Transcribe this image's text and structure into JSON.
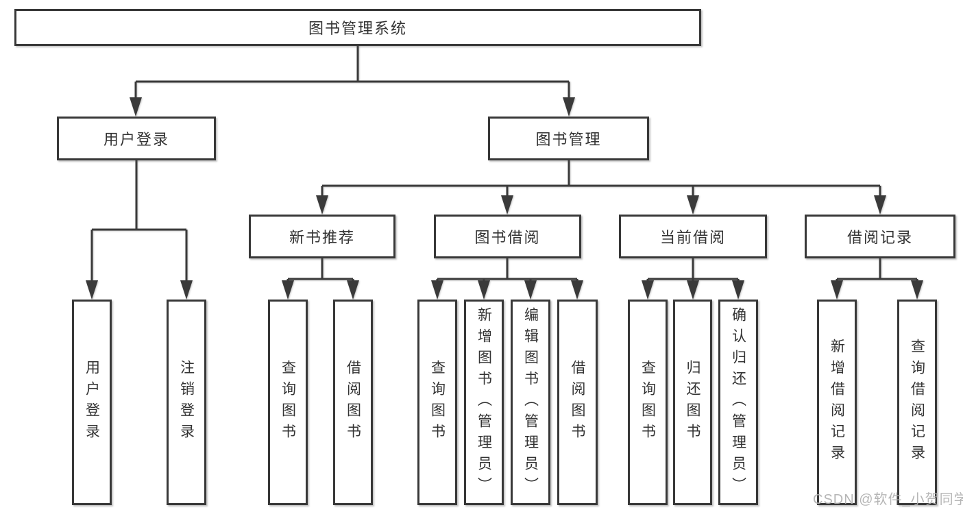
{
  "diagram_type": "tree",
  "tree": {
    "label": "图书管理系统",
    "children": [
      {
        "label": "用户登录",
        "children": [
          {
            "label": "用户登录"
          },
          {
            "label": "注销登录"
          }
        ]
      },
      {
        "label": "图书管理",
        "children": [
          {
            "label": "新书推荐",
            "children": [
              {
                "label": "查询图书"
              },
              {
                "label": "借阅图书"
              }
            ]
          },
          {
            "label": "图书借阅",
            "children": [
              {
                "label": "查询图书"
              },
              {
                "label": "新增图书（管理员）"
              },
              {
                "label": "编辑图书（管理员）"
              },
              {
                "label": "借阅图书"
              }
            ]
          },
          {
            "label": "当前借阅",
            "children": [
              {
                "label": "查询图书"
              },
              {
                "label": "归还图书"
              },
              {
                "label": "确认归还（管理员）"
              }
            ]
          },
          {
            "label": "借阅记录",
            "children": [
              {
                "label": "新增借阅记录"
              },
              {
                "label": "查询借阅记录"
              }
            ]
          }
        ]
      }
    ]
  },
  "watermark": {
    "text": "CSDN @软件_小贺同学"
  },
  "colors": {
    "line": "#3a3a3a",
    "box_border": "#383838",
    "text": "#333333",
    "watermark": "#b0b0b0",
    "background": "#ffffff"
  }
}
